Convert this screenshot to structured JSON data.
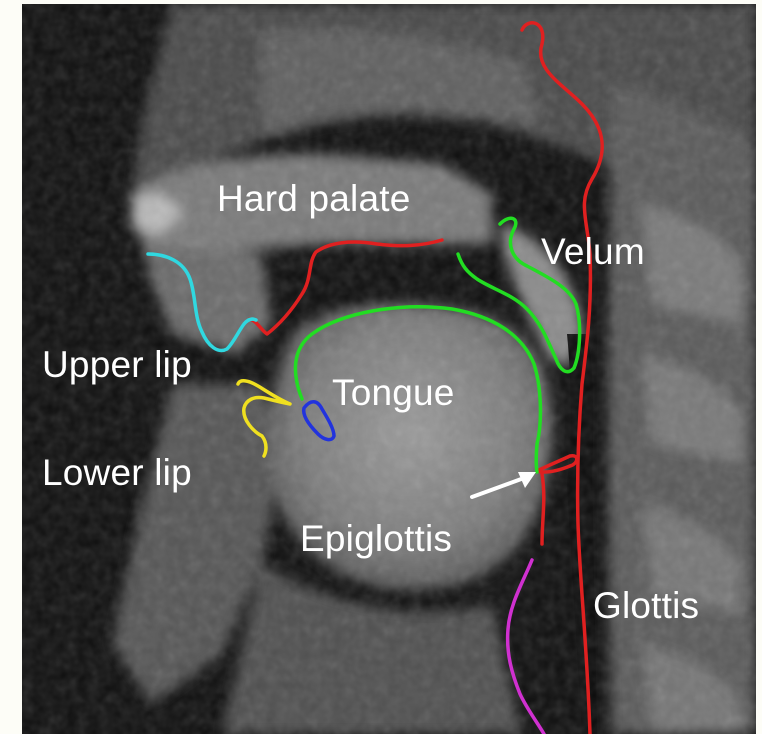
{
  "figure": {
    "labels": {
      "hard_palate": "Hard palate",
      "velum": "Velum",
      "upper_lip": "Upper lip",
      "tongue": "Tongue",
      "lower_lip": "Lower lip",
      "epiglottis": "Epiglottis",
      "glottis": "Glottis"
    },
    "contour_colors": {
      "posterior_wall_palate_epiglottis": "#e02020",
      "tongue_velum": "#22dd22",
      "upper_lip": "#30d8e0",
      "lower_lip": "#f0e020",
      "tongue_tip": "#2233dd",
      "larynx": "#d030d0"
    },
    "pointer_arrow_color": "#ffffff"
  }
}
